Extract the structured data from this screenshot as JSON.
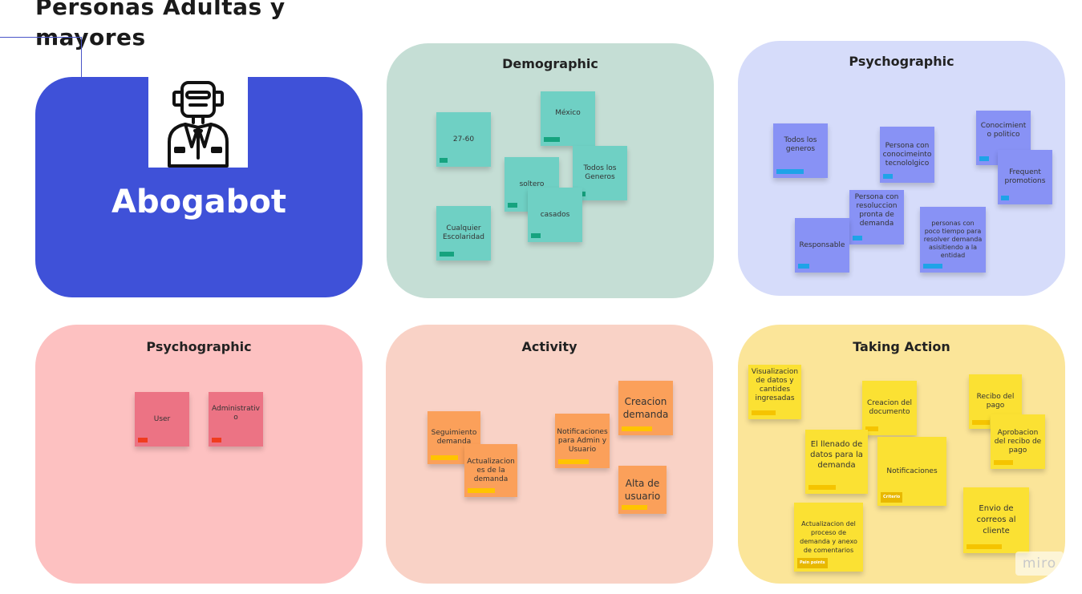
{
  "title": "Personas Adultas y mayores",
  "hero": {
    "name": "Abogabot",
    "icon": "robot-lawyer-icon",
    "color": "#3f51d8"
  },
  "panels": {
    "demographic": {
      "title": "Demographic",
      "color": "#c5ded5",
      "notes": [
        "27-60",
        "México",
        "soltero",
        "Todos los Generos",
        "casados",
        "Cualquier Escolaridad"
      ]
    },
    "psychographic_top": {
      "title": "Psychographic",
      "color": "#d6dcfa",
      "notes": [
        "Todos los generos",
        "Persona con conocimeinto tecnololgico",
        "Conocimient o politico",
        "Frequent promotions",
        "Persona con resoluccion pronta de demanda",
        "personas con poco tiempo para resolver demanda asisitiendo a la entidad",
        "Responsable"
      ]
    },
    "psychographic_bottom": {
      "title": "Psychographic",
      "color": "#fdc1c1",
      "notes": [
        "User",
        "Administrativ o"
      ]
    },
    "activity": {
      "title": "Activity",
      "color": "#f9d2c6",
      "notes": [
        "Seguimiento demanda",
        "Actualizacion es de la demanda",
        "Notificaciones para Admin y Usuario",
        "Creacion demanda",
        "Alta de usuario"
      ]
    },
    "taking_action": {
      "title": "Taking Action",
      "color": "#fbe599",
      "notes": [
        "Visualizacion de datos y cantides ingresadas",
        "Creacion del documento",
        "Recibo del pago",
        "Aprobacion del recibo de pago",
        "El llenado de datos para la demanda",
        "Notificaciones",
        "Actualizacion del proceso de demanda y anexo de comentarios",
        "Envio de correos al cliente"
      ],
      "tags": {
        "criterio": "Criterio",
        "pain": "Pain points"
      }
    }
  },
  "watermark": "miro"
}
